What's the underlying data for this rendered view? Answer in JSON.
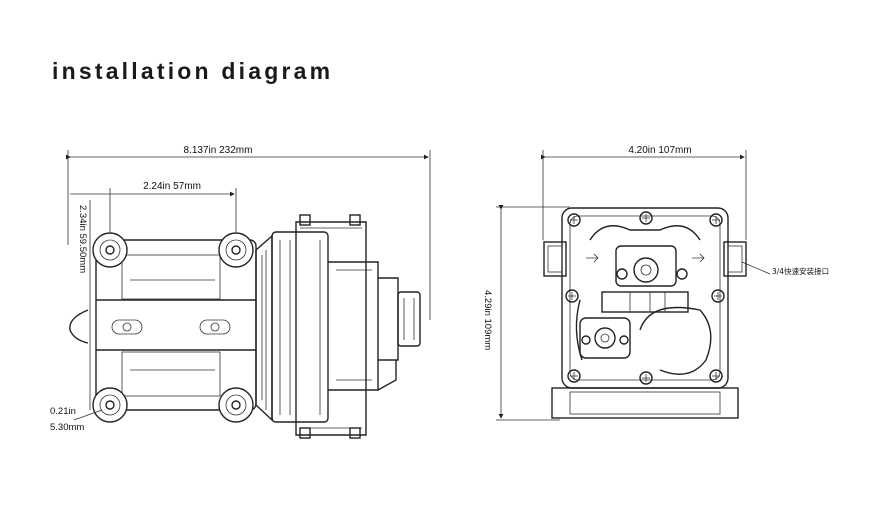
{
  "title": "installation diagram",
  "dimensions": {
    "overall_length": "8.137in  232mm",
    "mount_spacing_h": "2.24in  57mm",
    "mount_spacing_v": "2.34in   59.50mm",
    "hole_dia_in": "0.21in",
    "hole_dia_mm": "5.30mm",
    "front_width": "4.20in  107mm",
    "front_height": "4.29in   109mm",
    "port_note": "3/4快速安装接口"
  }
}
